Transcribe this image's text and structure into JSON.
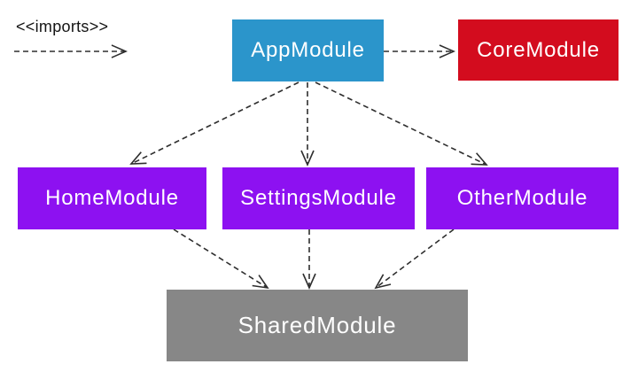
{
  "diagram": {
    "legend": {
      "label": "<<imports>>",
      "line_style": "dashed-open-arrow"
    },
    "nodes": {
      "app": {
        "label": "AppModule",
        "color": "#2b95cb",
        "text_color": "#ffffff"
      },
      "core": {
        "label": "CoreModule",
        "color": "#d30c1e",
        "text_color": "#ffffff"
      },
      "home": {
        "label": "HomeModule",
        "color": "#8d11f1",
        "text_color": "#ffffff"
      },
      "settings": {
        "label": "SettingsModule",
        "color": "#8d11f1",
        "text_color": "#ffffff"
      },
      "other": {
        "label": "OtherModule",
        "color": "#8d11f1",
        "text_color": "#ffffff"
      },
      "shared": {
        "label": "SharedModule",
        "color": "#878787",
        "text_color": "#ffffff"
      }
    },
    "edges": [
      {
        "from": "AppModule",
        "to": "CoreModule",
        "relation": "imports"
      },
      {
        "from": "AppModule",
        "to": "HomeModule",
        "relation": "imports"
      },
      {
        "from": "AppModule",
        "to": "SettingsModule",
        "relation": "imports"
      },
      {
        "from": "AppModule",
        "to": "OtherModule",
        "relation": "imports"
      },
      {
        "from": "HomeModule",
        "to": "SharedModule",
        "relation": "imports"
      },
      {
        "from": "SettingsModule",
        "to": "SharedModule",
        "relation": "imports"
      },
      {
        "from": "OtherModule",
        "to": "SharedModule",
        "relation": "imports"
      }
    ],
    "edge_color": "#2e2e2e"
  }
}
